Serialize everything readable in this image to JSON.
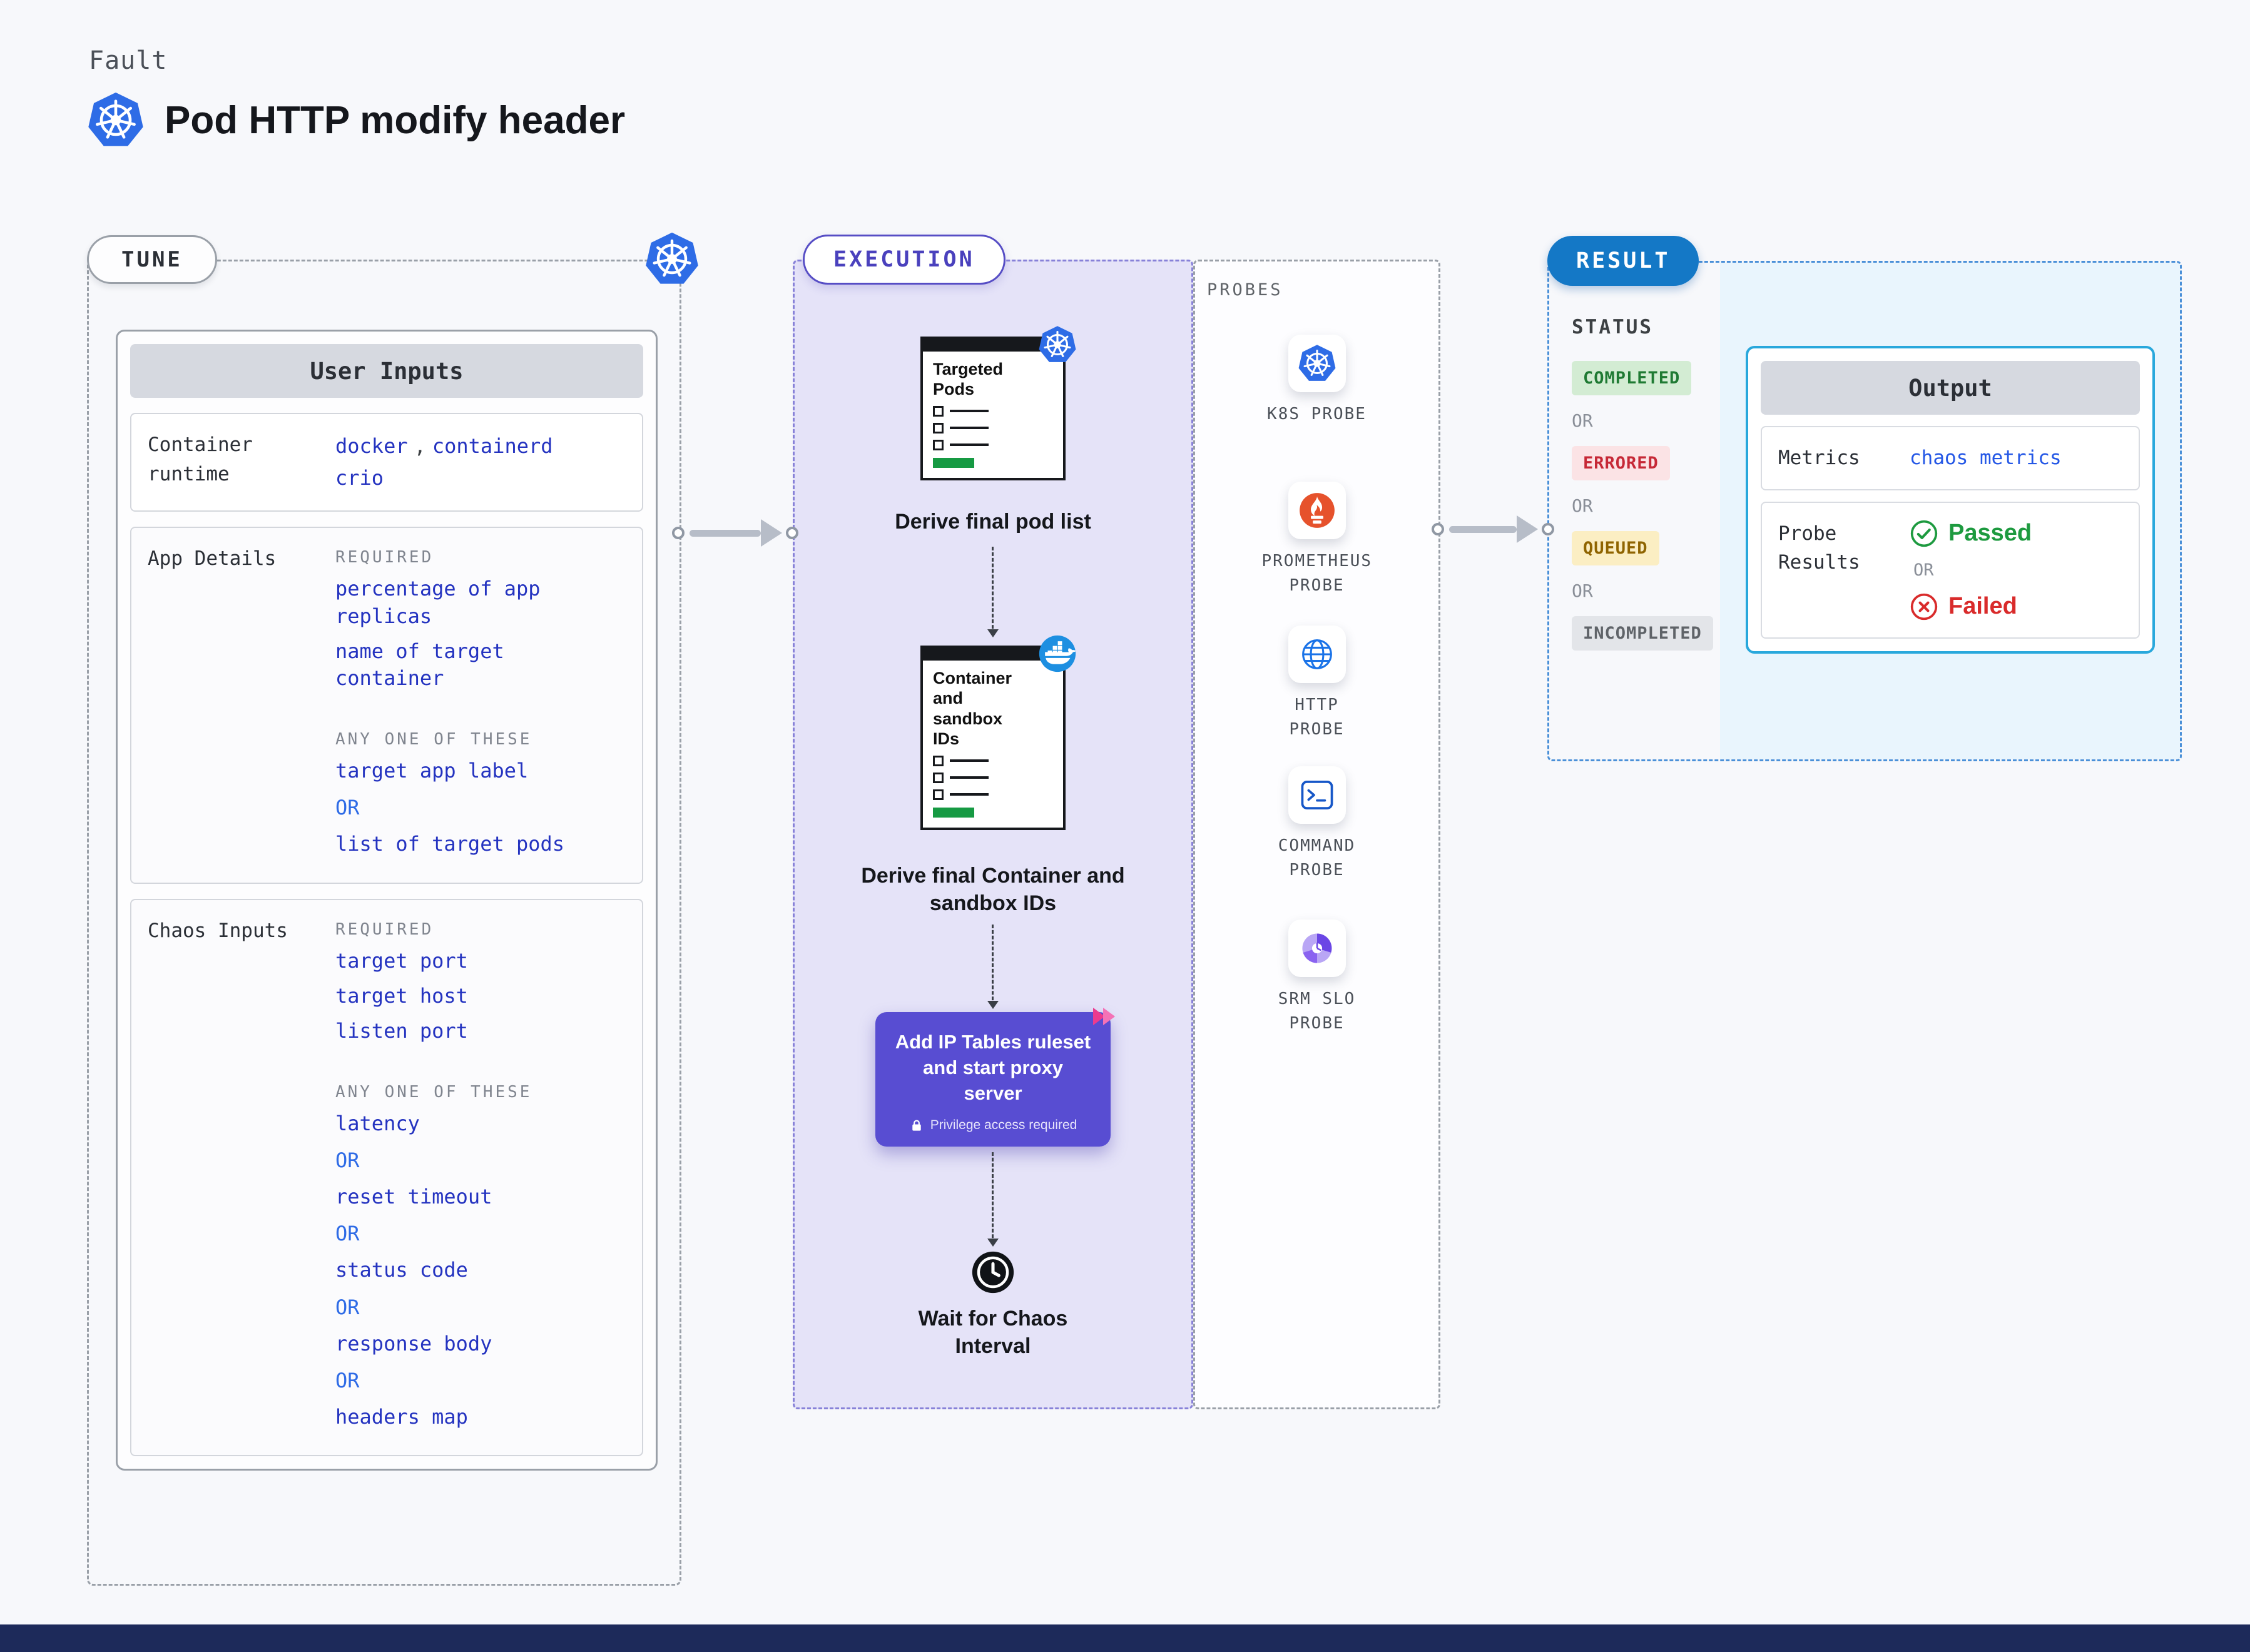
{
  "header": {
    "kicker": "Fault",
    "title": "Pod HTTP modify header"
  },
  "tune": {
    "label": "TUNE",
    "user_inputs_title": "User Inputs",
    "or_label": "OR",
    "required_label": "REQUIRED",
    "any_one_label": "ANY ONE OF THESE",
    "container_runtime": {
      "label": "Container runtime",
      "separator": ",",
      "values": [
        "docker",
        "containerd",
        "crio"
      ]
    },
    "app_details": {
      "label": "App Details",
      "required_items": [
        "percentage of app replicas",
        "name of target container"
      ],
      "any_one_items": [
        "target app label",
        "list of target pods"
      ]
    },
    "chaos_inputs": {
      "label": "Chaos Inputs",
      "required_items": [
        "target port",
        "target host",
        "listen port"
      ],
      "any_one_items": [
        "latency",
        "reset timeout",
        "status code",
        "response body",
        "headers map"
      ]
    }
  },
  "execution": {
    "label": "EXECUTION",
    "steps": {
      "targeted_pods": {
        "doc_title": "Targeted Pods",
        "caption": "Derive final pod list"
      },
      "container_ids": {
        "doc_title": "Container and sandbox IDs",
        "caption": "Derive final Container and sandbox IDs"
      },
      "iptables": {
        "title": "Add IP Tables ruleset and start proxy server",
        "note": "Privilege access required"
      },
      "wait": {
        "caption": "Wait for Chaos Interval"
      }
    }
  },
  "probes": {
    "label": "PROBES",
    "items": [
      "K8S PROBE",
      "PROMETHEUS PROBE",
      "HTTP PROBE",
      "COMMAND PROBE",
      "SRM SLO PROBE"
    ]
  },
  "result": {
    "label": "RESULT",
    "or_label": "OR",
    "status": {
      "label": "STATUS",
      "badges": [
        "COMPLETED",
        "ERRORED",
        "QUEUED",
        "INCOMPLETED"
      ]
    },
    "output": {
      "title": "Output",
      "metrics_label": "Metrics",
      "metrics_value": "chaos metrics",
      "probe_results_label": "Probe Results",
      "passed_label": "Passed",
      "failed_label": "Failed"
    }
  },
  "colors": {
    "kubernetes_blue": "#2E6CE6",
    "execution_purple": "#584DD2",
    "result_blue": "#1478C6",
    "value_blue": "#2433C0",
    "or_blue": "#2E6BE6",
    "passed_green": "#1D9A3F",
    "failed_red": "#D92B2B",
    "completed_bg": "#D3ECD3",
    "errored_bg": "#FBE3E5",
    "queued_bg": "#FBEEC3",
    "incompleted_bg": "#E3E5E9"
  },
  "icons": {
    "kubernetes-icon": "blue heptagon with white helm wheel",
    "docker-icon": "blue whale with container blocks",
    "prometheus-icon": "orange torch flame",
    "http-probe-icon": "blue globe",
    "command-probe-icon": "terminal prompt >_",
    "srm-slo-probe-icon": "purple donut chart with clock hands",
    "clock-icon": "black clock",
    "lock-icon": "white padlock",
    "check-icon": "green circled check",
    "x-icon": "red circled x",
    "spark-icon": "pink double arrow"
  }
}
